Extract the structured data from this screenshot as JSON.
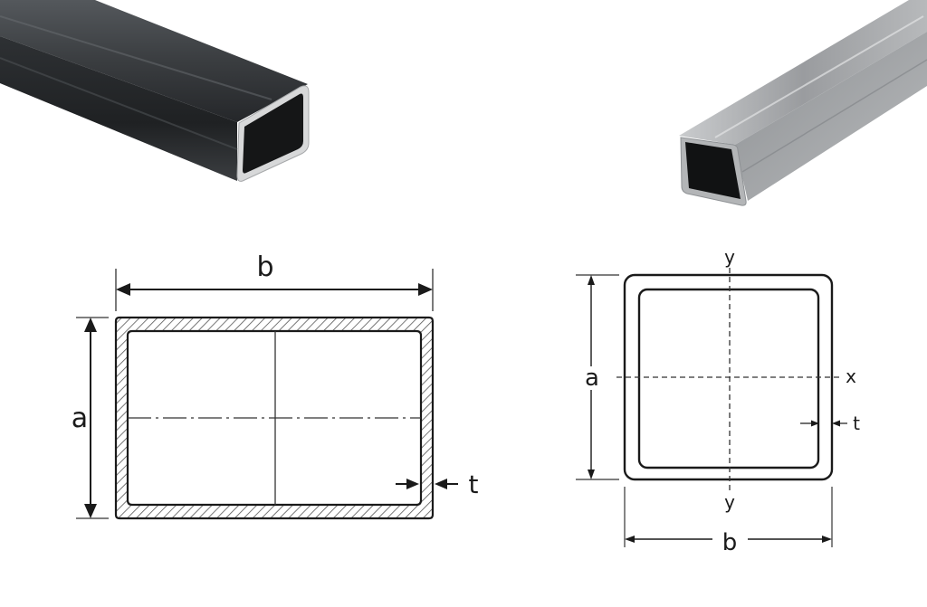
{
  "left_diagram": {
    "width_label": "b",
    "height_label": "a",
    "thickness_label": "t"
  },
  "right_diagram": {
    "width_label": "b",
    "height_label": "a",
    "thickness_label": "t",
    "axis_x_label": "x",
    "axis_y_top_label": "y",
    "axis_y_bottom_label": "y"
  },
  "colors": {
    "black_steel": "#2b2e31",
    "galvanized_steel": "#a7a9ab",
    "line": "#1a1a1a"
  },
  "icons": {
    "left_photo": "rectangular-black-steel-tube-photo",
    "right_photo": "square-galvanized-steel-tube-photo"
  }
}
